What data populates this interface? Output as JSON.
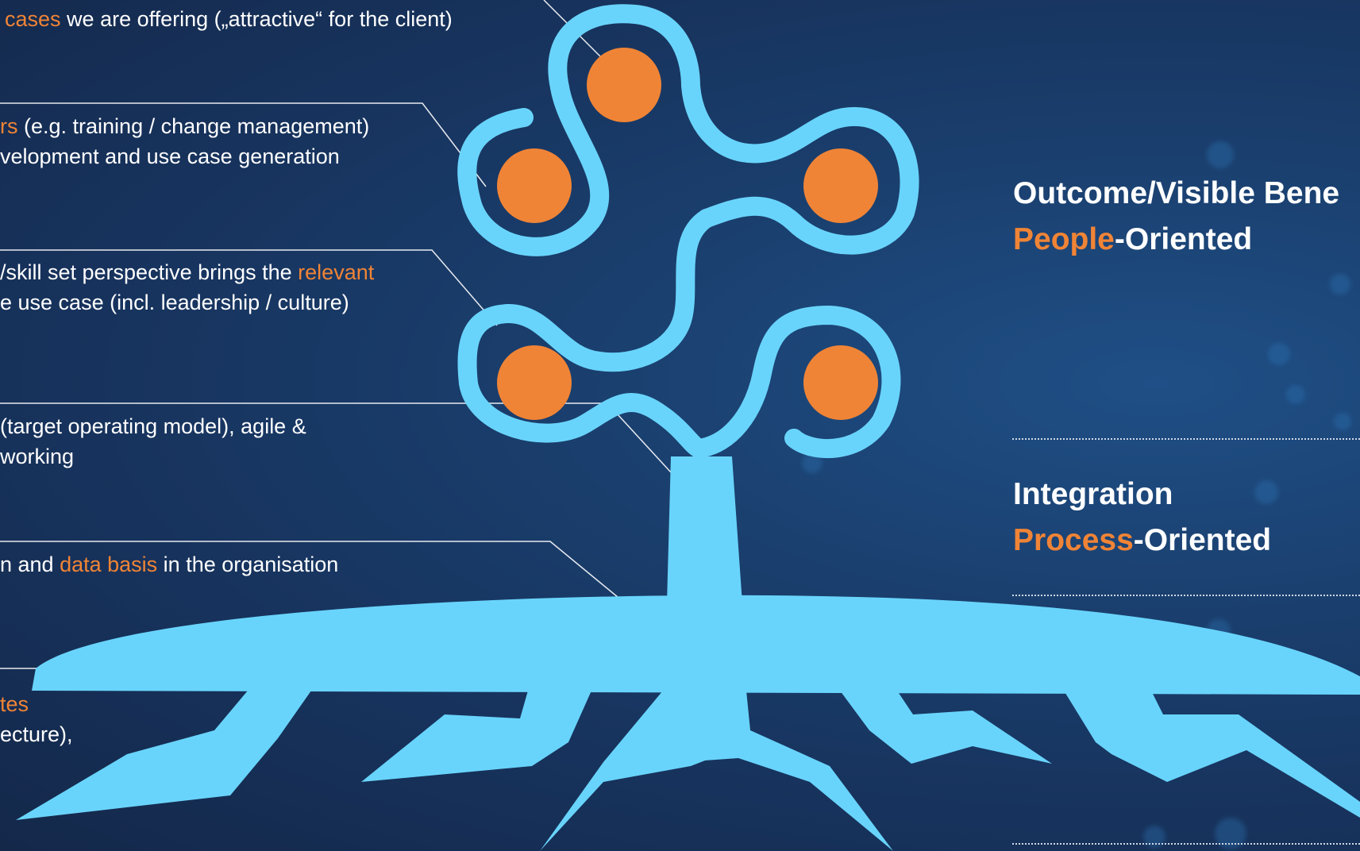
{
  "colors": {
    "accent_orange": "#f08436",
    "tree_blue": "#69d4fb",
    "background": "#17335d",
    "text": "#ffffff"
  },
  "left_texts": {
    "t1": {
      "a": "cases",
      "b": " we are offering („attractive“ for the client)"
    },
    "t2": {
      "l1a": "rs",
      "l1b": " (e.g. training / change management)",
      "l2": "velopment and use case generation"
    },
    "t3": {
      "l1a": "/skill set perspective brings the ",
      "l1b": "relevant",
      "l2": "e use case (incl. leadership / culture)"
    },
    "t4": {
      "l1": " (target operating model), agile &",
      "l2": "working"
    },
    "t5": {
      "a": "n and ",
      "b": "data basis",
      "c": " in the organisation"
    },
    "t6": {
      "l1": "tes",
      "l2": "ecture),"
    }
  },
  "right_headings": {
    "h1": {
      "line1": "Outcome/Visible Bene",
      "line2_accent": "People",
      "line2_rest": "-Oriented"
    },
    "h2": {
      "line1": "Integration",
      "line2_accent": "Process",
      "line2_rest": "-Oriented"
    }
  }
}
